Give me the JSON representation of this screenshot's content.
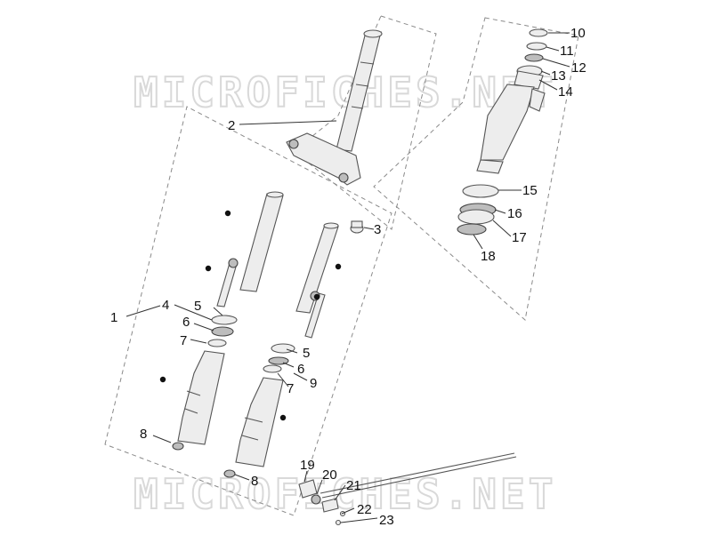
{
  "watermark": {
    "top_text": "MICROFICHES.NET",
    "bottom_text": "MICROFICHES.NET"
  },
  "callouts": {
    "c1": "1",
    "c2": "2",
    "c3": "3",
    "c4": "4",
    "c5a": "5",
    "c5b": "5",
    "c6a": "6",
    "c6b": "6",
    "c7a": "7",
    "c7b": "7",
    "c8a": "8",
    "c8b": "8",
    "c9": "9",
    "c10": "10",
    "c11": "11",
    "c12": "12",
    "c13": "13",
    "c14": "14",
    "c15": "15",
    "c16": "16",
    "c17": "17",
    "c18": "18",
    "c19": "19",
    "c20": "20",
    "c21": "21",
    "c22": "22",
    "c23": "23"
  },
  "colors": {
    "line": "#333333",
    "frame": "#8a8a8a",
    "watermark": "#d9d9d9"
  }
}
